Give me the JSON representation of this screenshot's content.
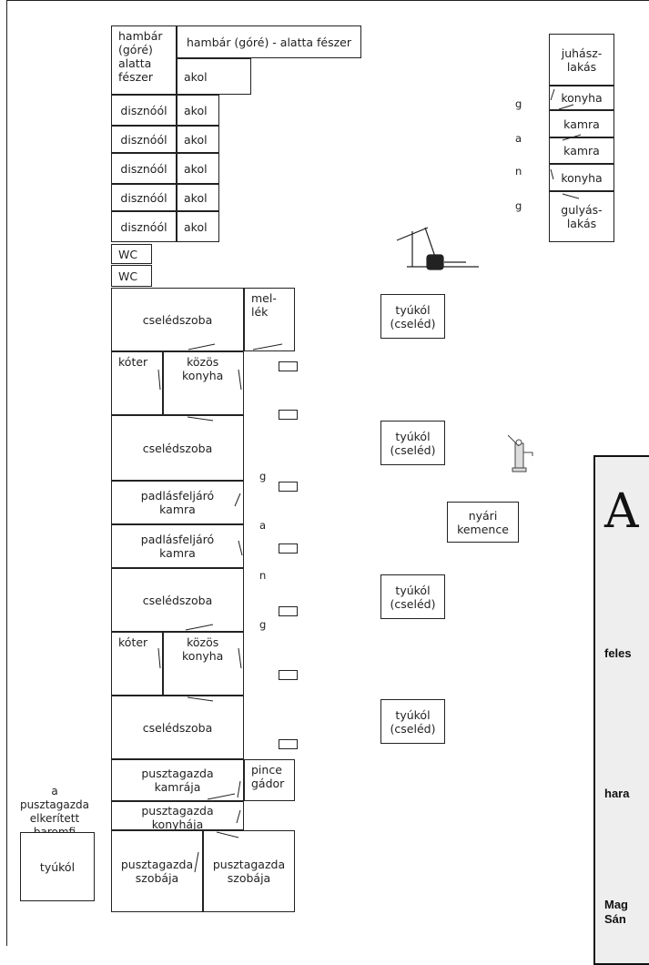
{
  "rooms": [
    {
      "id": "hambar-gore",
      "text": "hambár\n(góré)\nalatta\nfészer"
    },
    {
      "id": "hambar-long",
      "text": "hambár (góré) - alatta fészer"
    },
    {
      "id": "akol-top",
      "text": "akol"
    },
    {
      "id": "disznool-1",
      "text": "disznóól"
    },
    {
      "id": "akol-1",
      "text": "akol"
    },
    {
      "id": "disznool-2",
      "text": "disznóól"
    },
    {
      "id": "akol-2",
      "text": "akol"
    },
    {
      "id": "disznool-3",
      "text": "disznóól"
    },
    {
      "id": "akol-3",
      "text": "akol"
    },
    {
      "id": "disznool-4",
      "text": "disznóól"
    },
    {
      "id": "akol-4",
      "text": "akol"
    },
    {
      "id": "disznool-5",
      "text": "disznóól"
    },
    {
      "id": "akol-5",
      "text": "akol"
    },
    {
      "id": "wc-1",
      "text": "WC"
    },
    {
      "id": "wc-2",
      "text": "WC"
    },
    {
      "id": "cseledszoba-1",
      "text": "cselédszoba"
    },
    {
      "id": "mellek",
      "text": "mel-\nlék"
    },
    {
      "id": "koter-1",
      "text": "kóter"
    },
    {
      "id": "kozos-konyha-1",
      "text": "közös\nkonyha"
    },
    {
      "id": "cseledszoba-2",
      "text": "cselédszoba"
    },
    {
      "id": "padlas-kamra-1",
      "text": "padlásfeljáró\nkamra"
    },
    {
      "id": "padlas-kamra-2",
      "text": "padlásfeljáró\nkamra"
    },
    {
      "id": "cseledszoba-3",
      "text": "cselédszoba"
    },
    {
      "id": "koter-2",
      "text": "kóter"
    },
    {
      "id": "kozos-konyha-2",
      "text": "közös\nkonyha"
    },
    {
      "id": "cseledszoba-4",
      "text": "cselédszoba"
    },
    {
      "id": "pusztagazda-kamraja",
      "text": "pusztagazda\nkamrája"
    },
    {
      "id": "pince-gador",
      "text": "pince\ngádor"
    },
    {
      "id": "pusztagazda-konyhaja",
      "text": "pusztagazda\nkonyhája"
    },
    {
      "id": "pusztagazda-szobaja-1",
      "text": "pusztagazda\nszobája"
    },
    {
      "id": "pusztagazda-szobaja-2",
      "text": "pusztagazda\nszobája"
    },
    {
      "id": "tyukol-left",
      "text": "tyúkól"
    },
    {
      "id": "juhasz-lakas",
      "text": "juhász-\nlakás"
    },
    {
      "id": "konyha-r1",
      "text": "konyha"
    },
    {
      "id": "kamra-r1",
      "text": "kamra"
    },
    {
      "id": "kamra-r2",
      "text": "kamra"
    },
    {
      "id": "konyha-r2",
      "text": "konyha"
    },
    {
      "id": "gulyas-lakas",
      "text": "gulyás-\nlakás"
    },
    {
      "id": "tyukol-cseled-1",
      "text": "tyúkól\n(cseléd)"
    },
    {
      "id": "tyukol-cseled-2",
      "text": "tyúkól\n(cseléd)"
    },
    {
      "id": "nyari-kemence",
      "text": "nyári\nkemence"
    },
    {
      "id": "tyukol-cseled-3",
      "text": "tyúkól\n(cseléd)"
    },
    {
      "id": "tyukol-cseled-4",
      "text": "tyúkól\n(cseléd)"
    }
  ],
  "labels": {
    "baromfi_udvar": "a\npusztagazda\nelkerített\nbaromfi\nudvara"
  },
  "gang_letters_mid": [
    "g",
    "a",
    "n",
    "g"
  ],
  "gang_letters_right": [
    "g",
    "a",
    "n",
    "g"
  ],
  "panel": {
    "big_letter": "A",
    "lines": [
      "feles",
      "hara",
      "Mag",
      "Sán"
    ]
  },
  "colors": {
    "line": "#222222",
    "panel_bg": "#eeeeee"
  },
  "icons": [
    "well-sweep-icon",
    "water-pump-icon"
  ]
}
